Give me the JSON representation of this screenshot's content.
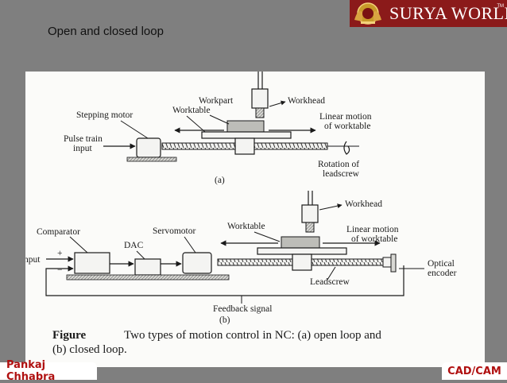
{
  "slide": {
    "title": "Open and closed loop"
  },
  "brand": {
    "name": "SURYA WORLD",
    "tm": "TM"
  },
  "figure": {
    "a": {
      "workhead": "Workhead",
      "workpart": "Workpart",
      "worktable": "Worktable",
      "stepping_motor": "Stepping motor",
      "linear_motion_1": "Linear motion",
      "linear_motion_2": "of worktable",
      "pulse_train_1": "Pulse train",
      "pulse_train_2": "input",
      "rotation_1": "Rotation of",
      "rotation_2": "leadscrew",
      "sub_label": "(a)"
    },
    "b": {
      "workhead": "Workhead",
      "worktable": "Worktable",
      "comparator": "Comparator",
      "servomotor": "Servomotor",
      "dac": "DAC",
      "linear_motion_1": "Linear motion",
      "linear_motion_2": "of worktable",
      "input": "nput",
      "plus": "+",
      "minus": "−",
      "optical_1": "Optical",
      "optical_2": "encoder",
      "leadscrew": "Leadscrew",
      "feedback": "Feedback signal",
      "sub_label": "(b)"
    },
    "caption": {
      "label": "Figure",
      "line1": "Two types of motion control in NC: (a) open loop and",
      "line2": "(b) closed loop."
    }
  },
  "footer": {
    "author": "Pankaj Chhabra",
    "course": "CAD/CAM"
  }
}
